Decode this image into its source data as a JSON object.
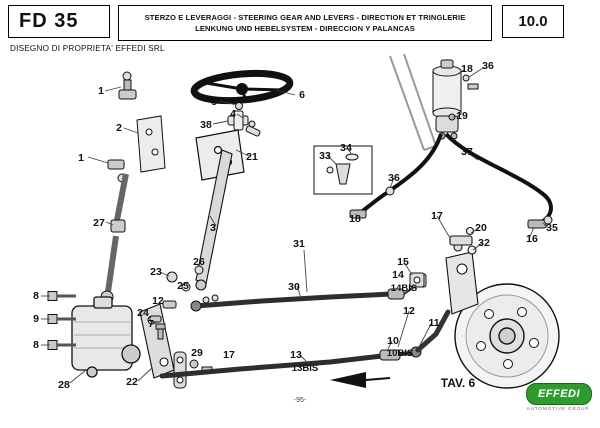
{
  "header": {
    "model": "FD 35",
    "title_line1": "STERZO E LEVERAGGI - STEERING GEAR AND LEVERS - DIRECTION ET TRINGLERIE",
    "title_line2": "LENKUNG UND HEBELSYSTEM - DIRECCION Y PALANCAS",
    "section_number": "10.0"
  },
  "subheader": {
    "property_notice": "DISEGNO DI PROPRIETA' EFFEDI SRL"
  },
  "diagram": {
    "plate_label": "TAV. 6",
    "callouts": [
      "1",
      "2",
      "1",
      "27",
      "8",
      "9",
      "8",
      "28",
      "22",
      "5",
      "38",
      "4",
      "6",
      "21",
      "3",
      "26",
      "23",
      "25",
      "12",
      "24",
      "7",
      "29",
      "17",
      "31",
      "30",
      "13",
      "13BIS",
      "33",
      "34",
      "36",
      "18",
      "15",
      "14",
      "14BIS",
      "17",
      "20",
      "32",
      "19",
      "18",
      "36",
      "37",
      "35",
      "16",
      "12",
      "11",
      "10",
      "10BIS"
    ]
  },
  "footer": {
    "page_number": "-95-",
    "logo_text": "EFFEDI",
    "logo_subtext": "AUTOMOTIVE GROUP"
  },
  "colors": {
    "logo_green": "#2f9b2f",
    "line_color": "#111111"
  }
}
